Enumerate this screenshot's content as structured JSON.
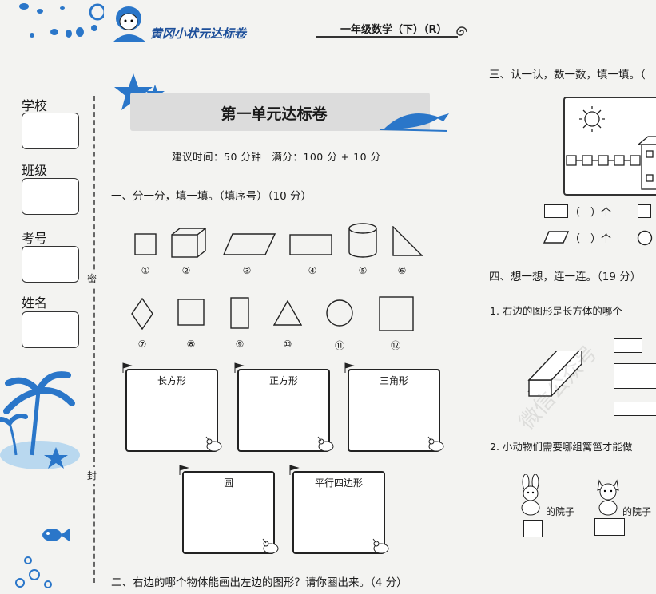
{
  "header": {
    "series_title": "黄冈小状元达标卷",
    "subject": "一年级数学（下）（R）"
  },
  "sidebar": {
    "fields": [
      "学校",
      "班级",
      "考号",
      "姓名"
    ],
    "seal_marks": [
      "密",
      "封"
    ]
  },
  "title": "第一单元达标卷",
  "subtitle": "建议时间：50 分钟　满分：100 分 + 10 分",
  "section1": {
    "heading": "一、分一分，填一填。（填序号）（10 分）",
    "numbers_row1": [
      "①",
      "②",
      "③",
      "④",
      "⑤",
      "⑥"
    ],
    "numbers_row2": [
      "⑦",
      "⑧",
      "⑨",
      "⑩",
      "⑪",
      "⑫"
    ],
    "categories": [
      "长方形",
      "正方形",
      "三角形",
      "圆",
      "平行四边形"
    ]
  },
  "section2": {
    "heading": "二、右边的哪个物体能画出左边的图形？请你圈出来。（4 分）"
  },
  "section3": {
    "heading": "三、认一认，数一数，填一填。（",
    "count_rows": [
      {
        "left": "（　）个"
      },
      {
        "left": "（　）个"
      }
    ]
  },
  "section4": {
    "heading": "四、想一想，连一连。（19 分）",
    "q1": "1. 右边的图形是长方体的哪个",
    "q2": "2. 小动物们需要哪组篱笆才能做",
    "yard_label_1": "的院子",
    "yard_label_2": "的院子"
  },
  "watermark": "微信公众号"
}
